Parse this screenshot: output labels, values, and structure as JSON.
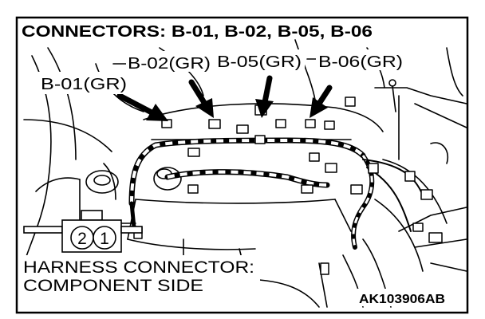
{
  "title": "CONNECTORS: B-01, B-02, B-05, B-06",
  "labels": {
    "b01": "B-01(GR)",
    "b02": "B-02(GR)",
    "b05": "B-05(GR)",
    "b06": "B-06(GR)"
  },
  "pin_left": "2",
  "pin_right": "1",
  "caption_line1": "HARNESS CONNECTOR:",
  "caption_line2": "COMPONENT SIDE",
  "figure_code": "AK103906AB",
  "colors": {
    "ink": "#000000",
    "paper": "#ffffff"
  }
}
